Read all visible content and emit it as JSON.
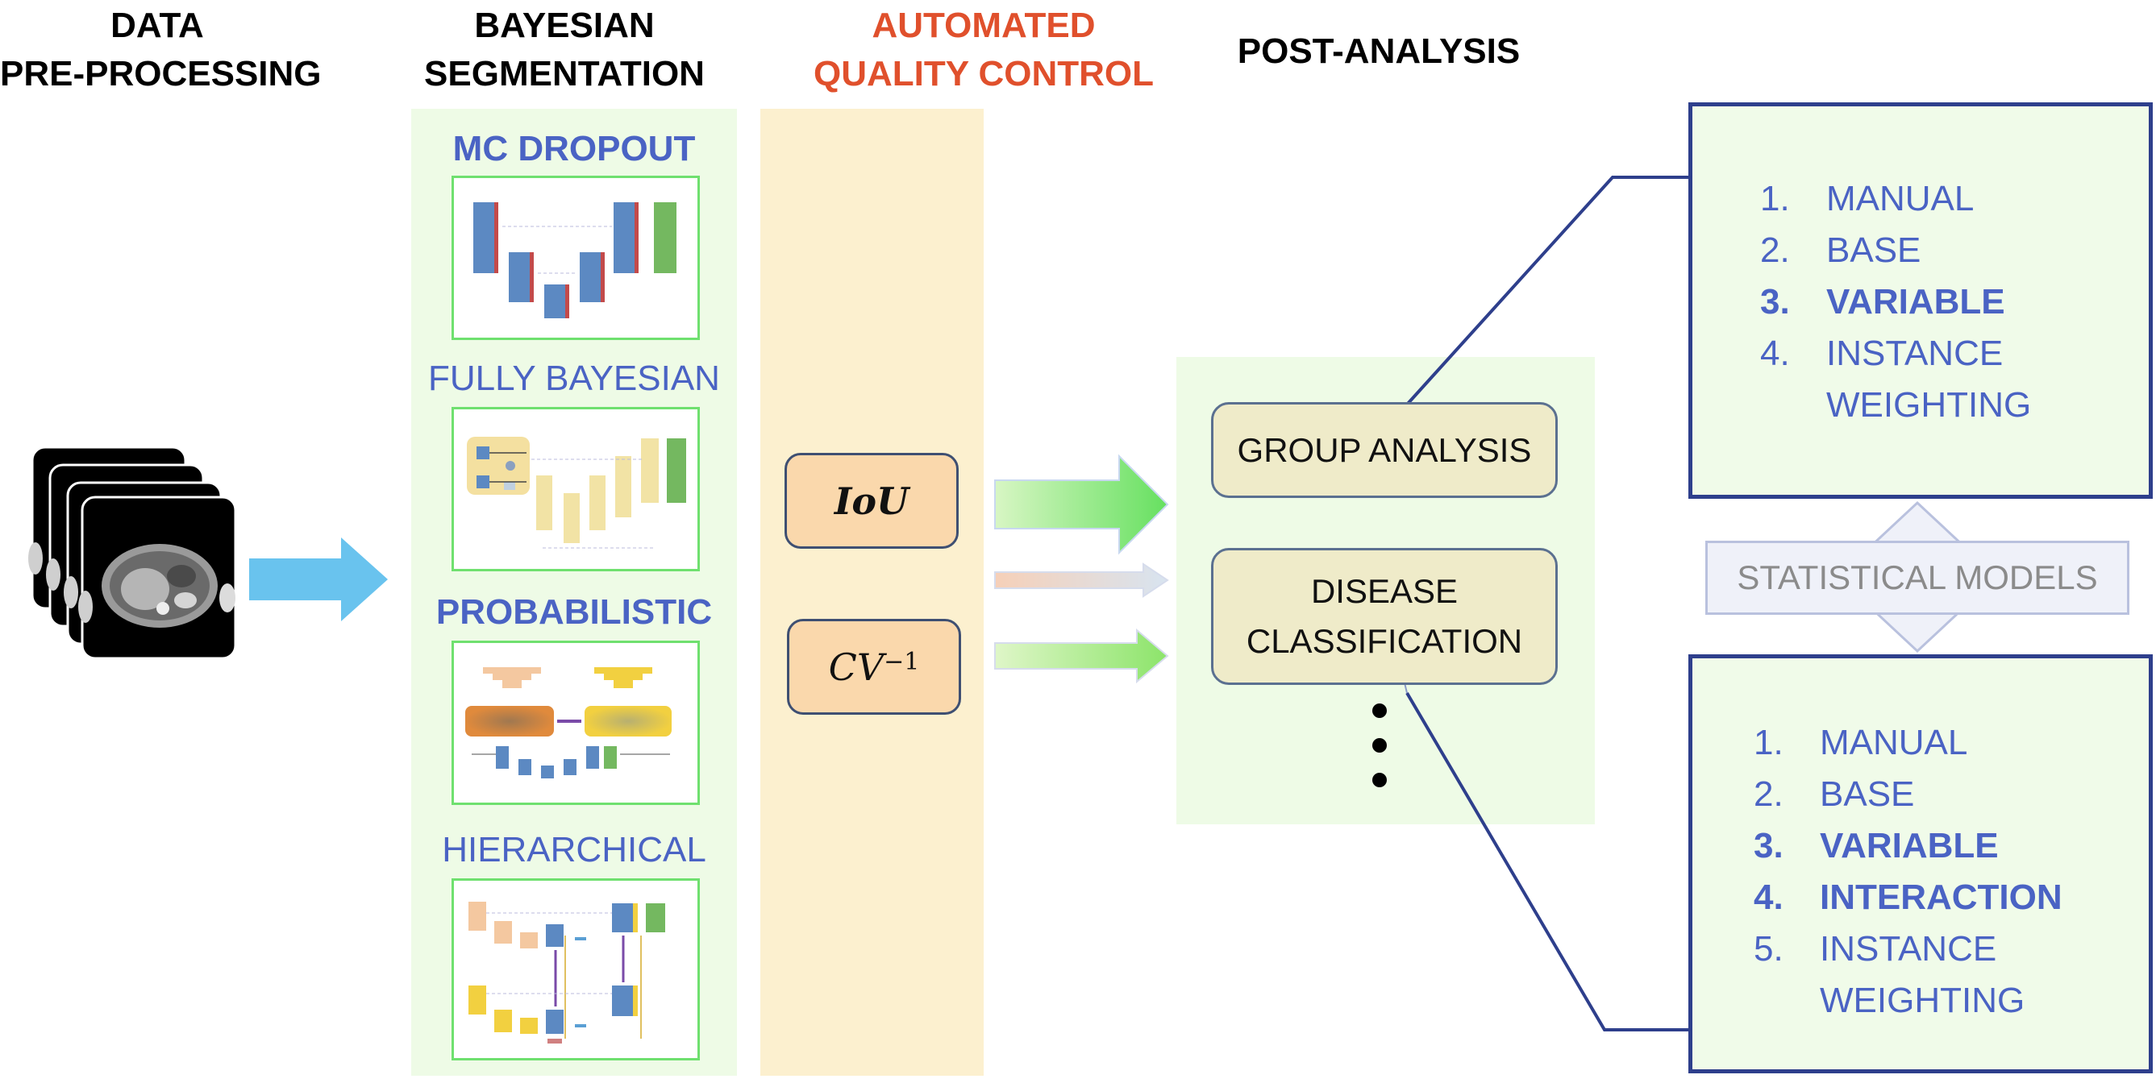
{
  "headers": {
    "col1": [
      "DATA",
      "PRE-PROCESSING"
    ],
    "col2": [
      "BAYESIAN",
      "SEGMENTATION"
    ],
    "col3": [
      "AUTOMATED",
      "QUALITY CONTROL"
    ],
    "col4": "POST-ANALYSIS"
  },
  "models": [
    "MC DROPOUT",
    "FULLY BAYESIAN",
    "PROBABILISTIC",
    "HIERARCHICAL"
  ],
  "metrics": {
    "iou": "IoU",
    "cv": "CV",
    "cv_exp": "−1"
  },
  "tasks": {
    "group": "GROUP ANALYSIS",
    "disease": [
      "DISEASE",
      "CLASSIFICATION"
    ]
  },
  "stat_models": "STATISTICAL MODELS",
  "list_top": [
    {
      "num": "1.",
      "text": "MANUAL",
      "bold": false
    },
    {
      "num": "2.",
      "text": "BASE",
      "bold": false
    },
    {
      "num": "3.",
      "text": "VARIABLE",
      "bold": true
    },
    {
      "num": "4.",
      "text": "INSTANCE",
      "bold": false
    },
    {
      "num": "",
      "text": "WEIGHTING",
      "bold": false
    }
  ],
  "list_bottom": [
    {
      "num": "1.",
      "text": "MANUAL",
      "bold": false
    },
    {
      "num": "2.",
      "text": "BASE",
      "bold": false
    },
    {
      "num": "3.",
      "text": "VARIABLE",
      "bold": true
    },
    {
      "num": "4.",
      "text": "INTERACTION",
      "bold": true
    },
    {
      "num": "5.",
      "text": "INSTANCE",
      "bold": false
    },
    {
      "num": "",
      "text": "WEIGHTING",
      "bold": false
    }
  ],
  "colors": {
    "blue_text": "#4a63c4",
    "red_text": "#e0502c",
    "panel_green": "#eefbe6",
    "panel_tan": "#fcf0cf",
    "arrow_blue": "#69c3ee",
    "navy": "#2e3f8c"
  }
}
